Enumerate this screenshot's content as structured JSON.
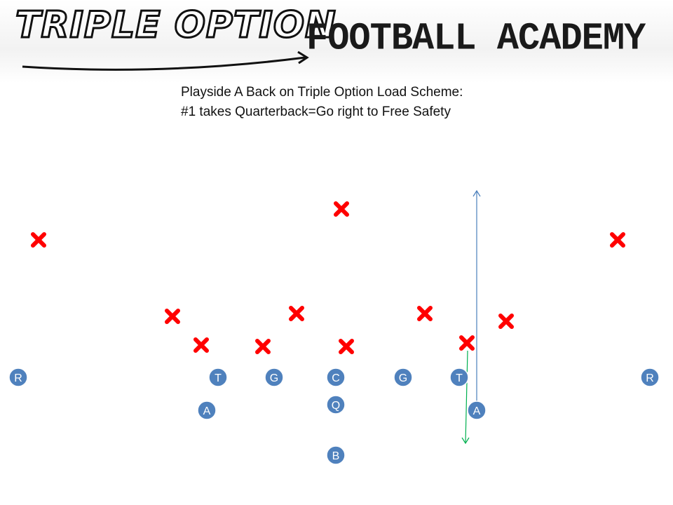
{
  "header": {
    "logo_left": "TRIPLE OPTION",
    "logo_right": "FOOTBALL ACADEMY"
  },
  "title": {
    "line1": "Playside A Back on Triple Option Load Scheme:",
    "line2": "#1 takes Quarterback=Go right to Free Safety"
  },
  "colors": {
    "offense_fill": "#4f81bd",
    "offense_stroke": "#ffffff",
    "defense": "#ff0000",
    "a_back_route": "#4a7ebb",
    "qb_path": "#00b050"
  },
  "offense": [
    {
      "label": "R"
    },
    {
      "label": "T"
    },
    {
      "label": "G"
    },
    {
      "label": "C"
    },
    {
      "label": "G"
    },
    {
      "label": "T"
    },
    {
      "label": "R"
    },
    {
      "label": "A"
    },
    {
      "label": "Q"
    },
    {
      "label": "A"
    },
    {
      "label": "B"
    }
  ],
  "defense_count": 11,
  "icons": {
    "defender": "x-mark-icon",
    "route_arrow": "arrow-up-icon",
    "path_arrow": "arrow-down-icon"
  }
}
